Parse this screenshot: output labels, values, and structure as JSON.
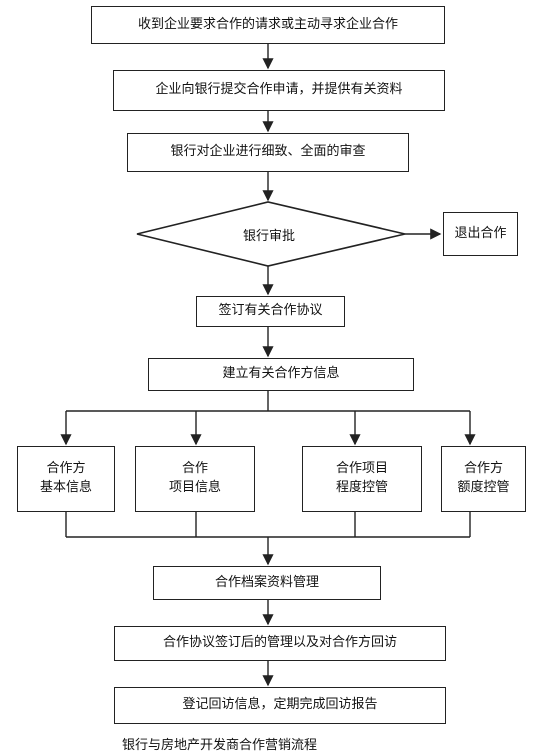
{
  "flow": {
    "step1": "收到企业要求合作的请求或主动寻求企业合作",
    "step2": "企业向银行提交合作申请，并提供有关资料",
    "step3": "银行对企业进行细致、全面的审查",
    "decision": "银行审批",
    "exit": "退出合作",
    "step4": "签订有关合作协议",
    "step5": "建立有关合作方信息",
    "branches": [
      "合作方\n基本信息",
      "合作\n项目信息",
      "合作项目\n程度控管",
      "合作方\n额度控管"
    ],
    "step6": "合作档案资料管理",
    "step7": "合作协议签订后的管理以及对合作方回访",
    "step8": "登记回访信息，定期完成回访报告"
  },
  "caption": "银行与房地产开发商合作营销流程"
}
